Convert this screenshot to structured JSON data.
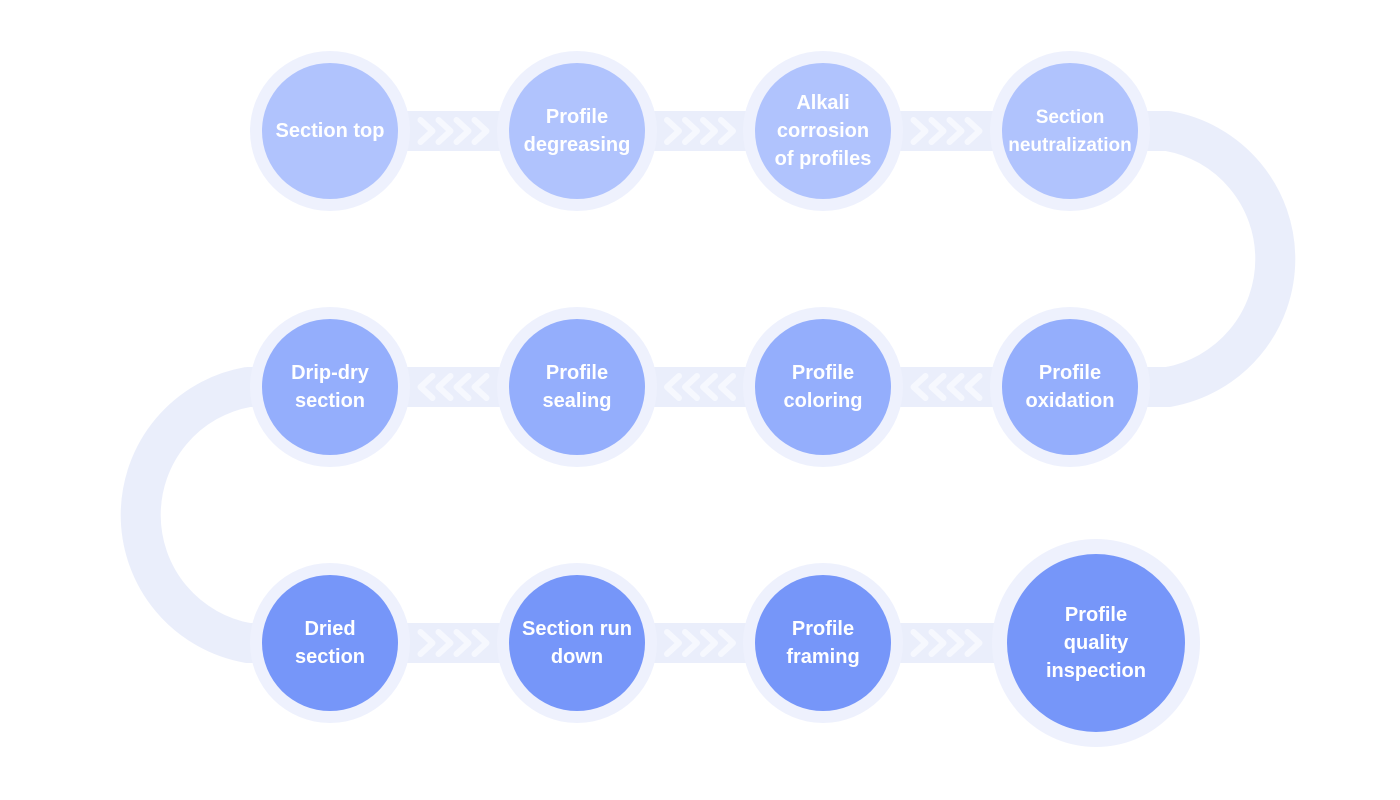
{
  "diagram": {
    "colors": {
      "track": "#eaeefb",
      "halo": "#eef1fd",
      "chevron": "#f6f8fe",
      "row1": "#b0c3fd",
      "row2": "#94aefc",
      "row3": "#7696f9",
      "text": "#ffffff"
    },
    "steps": [
      {
        "row": 0,
        "col": 0,
        "label": "Section top"
      },
      {
        "row": 0,
        "col": 1,
        "label": "Profile degreasing"
      },
      {
        "row": 0,
        "col": 2,
        "label": "Alkali corrosion of profiles"
      },
      {
        "row": 0,
        "col": 3,
        "label": "Section neutralization"
      },
      {
        "row": 1,
        "col": 3,
        "label": "Profile oxidation"
      },
      {
        "row": 1,
        "col": 2,
        "label": "Profile coloring"
      },
      {
        "row": 1,
        "col": 1,
        "label": "Profile sealing"
      },
      {
        "row": 1,
        "col": 0,
        "label": "Drip-dry section"
      },
      {
        "row": 2,
        "col": 0,
        "label": "Dried section"
      },
      {
        "row": 2,
        "col": 1,
        "label": "Section run down"
      },
      {
        "row": 2,
        "col": 2,
        "label": "Profile framing"
      },
      {
        "row": 2,
        "col": 3,
        "label": "Profile quality inspection",
        "highlight": true
      }
    ]
  }
}
